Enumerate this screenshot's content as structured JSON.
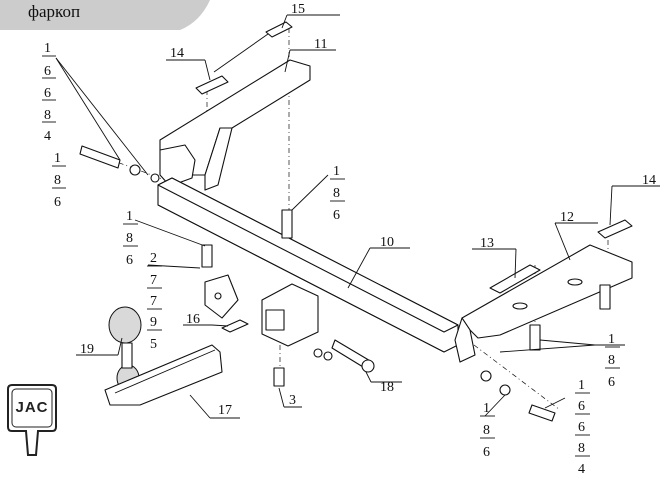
{
  "header": {
    "title": "фаркоп"
  },
  "logo": {
    "text": "JAC"
  },
  "colors": {
    "ink": "#111111",
    "tab": "#cccccc",
    "shade": "#d9d9d9"
  },
  "labels": {
    "p15": "15",
    "p14a": "14",
    "p11": "11",
    "p14b": "14",
    "p12": "12",
    "p13": "13",
    "p10": "10",
    "p16": "16",
    "p19": "19",
    "p17": "17",
    "p18": "18",
    "p3": "3",
    "s1": [
      "1",
      "6",
      "6",
      "8",
      "4"
    ],
    "s2": [
      "1",
      "8",
      "6"
    ],
    "s3": [
      "1",
      "8",
      "6"
    ],
    "s4": [
      "1",
      "8",
      "6"
    ],
    "s5": [
      "2",
      "7",
      "7",
      "9",
      "5"
    ],
    "s6": [
      "1",
      "8",
      "6"
    ],
    "s7": [
      "1",
      "8",
      "6"
    ],
    "s8": [
      "1",
      "6",
      "6",
      "8",
      "4"
    ]
  }
}
